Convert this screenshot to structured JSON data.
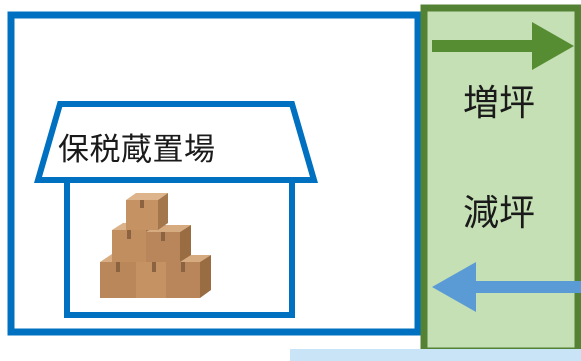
{
  "warehouse": {
    "label": "保税蔵置場",
    "content_icon": "cardboard-boxes-icon"
  },
  "area_change": {
    "increase_label": "増坪",
    "decrease_label": "減坪",
    "increase_arrow_color": "#568d32",
    "decrease_arrow_color": "#5b9bd5"
  },
  "colors": {
    "outline_blue": "#0070c0",
    "panel_green_fill": "#c5e0b4",
    "panel_green_border": "#548235",
    "strip_blue": "#c9e4f7"
  }
}
